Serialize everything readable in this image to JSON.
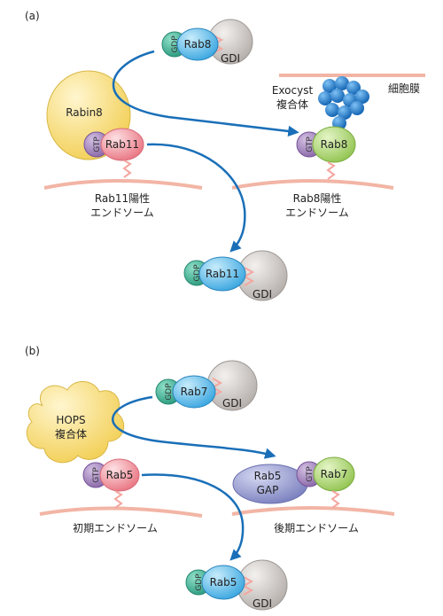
{
  "panel_a": {
    "label": "(a)",
    "gdp_top": "GDP",
    "rab8_top": "Rab8",
    "gdi_top": "GDI",
    "membrane_label": "細胞膜",
    "exocyst_l1": "Exocyst",
    "exocyst_l2": "複合体",
    "rabin8": "Rabin8",
    "gtp_left": "GTP",
    "rab11_left": "Rab11",
    "gtp_right": "GTP",
    "rab8_right": "Rab8",
    "left_endo_l1": "Rab11陽性",
    "left_endo_l2": "エンドソーム",
    "right_endo_l1": "Rab8陽性",
    "right_endo_l2": "エンドソーム",
    "gdp_bottom": "GDP",
    "rab11_bottom": "Rab11",
    "gdi_bottom": "GDI"
  },
  "panel_b": {
    "label": "(b)",
    "gdp_top": "GDP",
    "rab7_top": "Rab7",
    "gdi_top": "GDI",
    "hops_l1": "HOPS",
    "hops_l2": "複合体",
    "gtp_left": "GTP",
    "rab5_left": "Rab5",
    "gap_l1": "Rab5",
    "gap_l2": "GAP",
    "gtp_right": "GTP",
    "rab7_right": "Rab7",
    "left_endo": "初期エンドソーム",
    "right_endo": "後期エンドソーム",
    "gdp_bottom": "GDP",
    "rab5_bottom": "Rab5",
    "gdi_bottom": "GDI"
  },
  "colors": {
    "gdp": "#3aaa8e",
    "rab8": "#5bb8e8",
    "rab7": "#5bb8e8",
    "gdi": "#cfcbc8",
    "gtp": "#9a7bb5",
    "rab11": "#ef8a94",
    "rab5": "#ef8a94",
    "rab8_active": "#a6d46a",
    "rab7_active": "#a6d46a",
    "rabin8": "#f7d86a",
    "hops": "#f7d86a",
    "gap": "#8c92c9",
    "exocyst": "#1a73c4",
    "membrane": "#f2b5a5",
    "arrow": "#1a6fb8"
  }
}
